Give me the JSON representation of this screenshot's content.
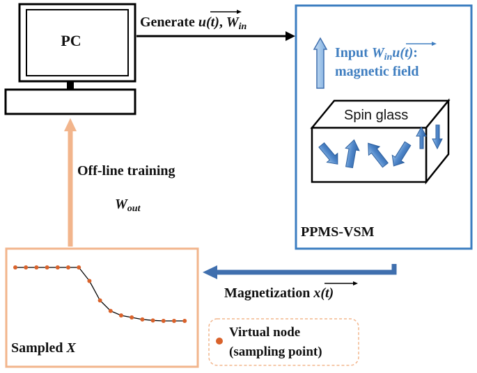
{
  "pc": {
    "label": "PC"
  },
  "arrows": {
    "generate_label": "Generate ",
    "generate_vector": "u(t)",
    "generate_sep": ", ",
    "generate_weight": "W",
    "generate_weight_sub": "in",
    "training_label": "Off-line training",
    "training_weight": "W",
    "training_weight_sub": "out",
    "magnetization_label": "Magnetization ",
    "magnetization_vector": "x(t)"
  },
  "vsm": {
    "input_prefix": "Input ",
    "input_weight": "W",
    "input_weight_sub": "in",
    "input_vector": "u(t)",
    "input_colon": ":",
    "input_line2": "magnetic field",
    "cube_label": "Spin glass",
    "instrument_label": "PPMS-VSM"
  },
  "sampled": {
    "label": "Sampled ",
    "variable": "X",
    "series": [
      0.0,
      0.0,
      0.0,
      0.0,
      0.0,
      0.0,
      0.0,
      0.27,
      0.66,
      0.87,
      0.96,
      1.0,
      1.04,
      1.06,
      1.07,
      1.07,
      1.07
    ]
  },
  "legend": {
    "line1": "Virtual node",
    "line2": "(sampling point)"
  },
  "colors": {
    "vsm_border": "#3b7dc0",
    "sampled_border": "#f2b58c",
    "up_arrow": "#f2b58c",
    "mag_arrow": "#3f6fae",
    "node": "#d9622b",
    "spin_arrow": "#5b8fd0",
    "input_arrow": "#8db8e6"
  }
}
